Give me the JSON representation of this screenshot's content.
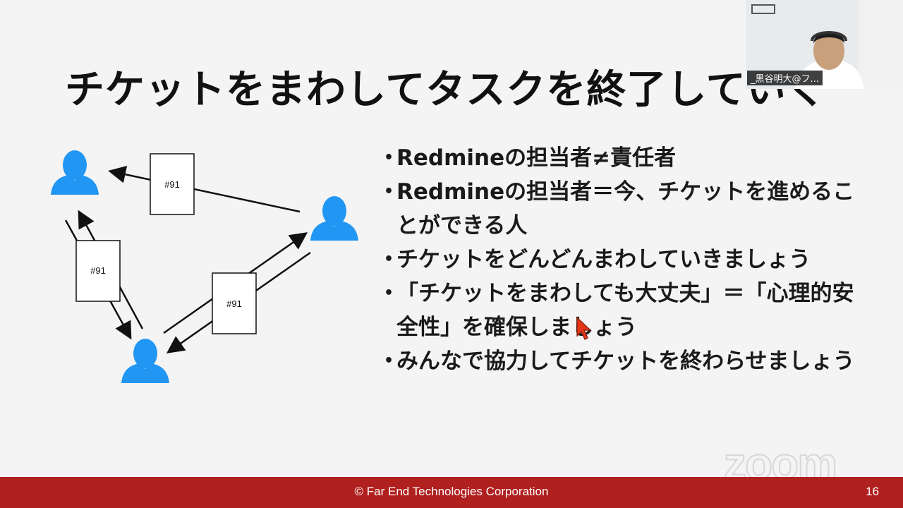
{
  "slide": {
    "title": "チケットをまわしてタスクを終了していく",
    "ticket_label": "#91",
    "bullets": [
      "Redmineの担当者≠責任者",
      "Redmineの担当者＝今、チケットを進めるこ",
      "とができる人",
      "チケットをどんどんまわしていきましょう",
      "「チケットをまわしても大丈夫」＝「心理的安",
      "全性」を確保しましょう",
      "みんなで協力してチケットを終わらせましょう"
    ],
    "bullet_marker": "•",
    "footer": "© Far End Technologies Corporation",
    "page_number": "16"
  },
  "video": {
    "participant_name": "_黒谷明大@フ..."
  },
  "watermark": "zoom",
  "colors": {
    "person_icon": "#2196f3",
    "footer_bg": "#b0201f",
    "cursor": "#e53417"
  }
}
